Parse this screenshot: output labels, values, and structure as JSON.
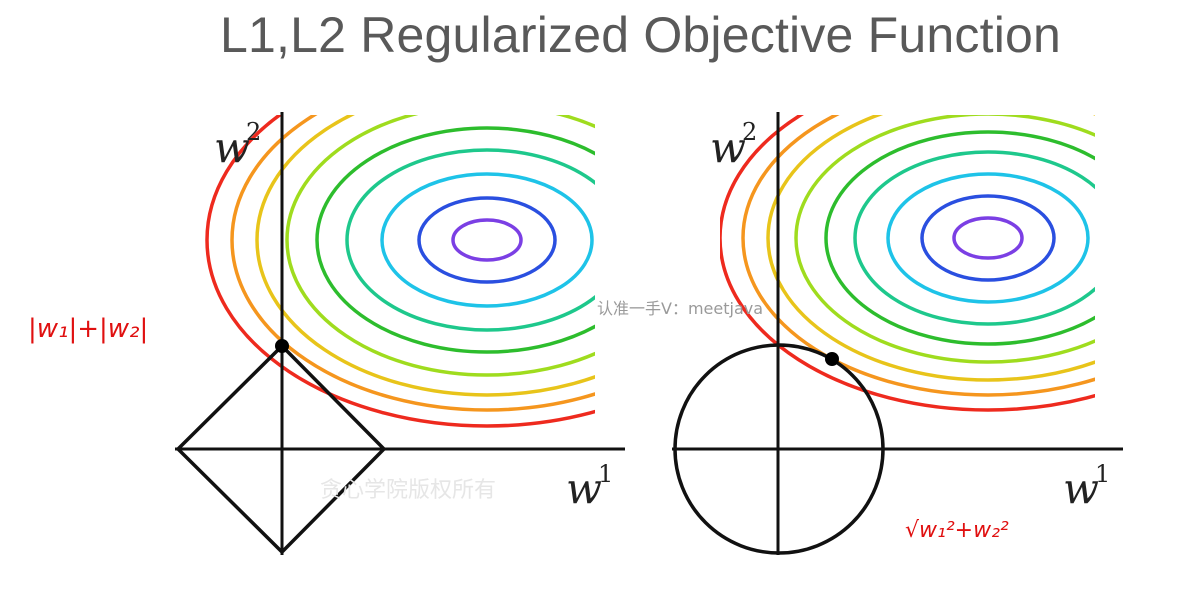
{
  "title": "L1,L2 Regularized Objective Function",
  "left_panel": {
    "y_axis_label": "w",
    "y_axis_sup": "2",
    "x_axis_label": "w",
    "x_axis_sup": "1",
    "annotation": "|w₁|+|w₂|"
  },
  "right_panel": {
    "y_axis_label": "w",
    "y_axis_sup": "2",
    "x_axis_label": "w",
    "x_axis_sup": "1",
    "annotation": "√w₁²+w₂²"
  },
  "watermarks": {
    "center": "认准一手V：meetjava",
    "bottom": "贪心学院版权所有"
  },
  "contour_colors": [
    "#7b3fe4",
    "#2a4fe0",
    "#1ec3e8",
    "#1ec88c",
    "#2dbd2d",
    "#9fdc1e",
    "#e8c41a",
    "#f5961e",
    "#ee2a1e"
  ],
  "shape_color": "#111111",
  "annotation_color": "#e01010"
}
